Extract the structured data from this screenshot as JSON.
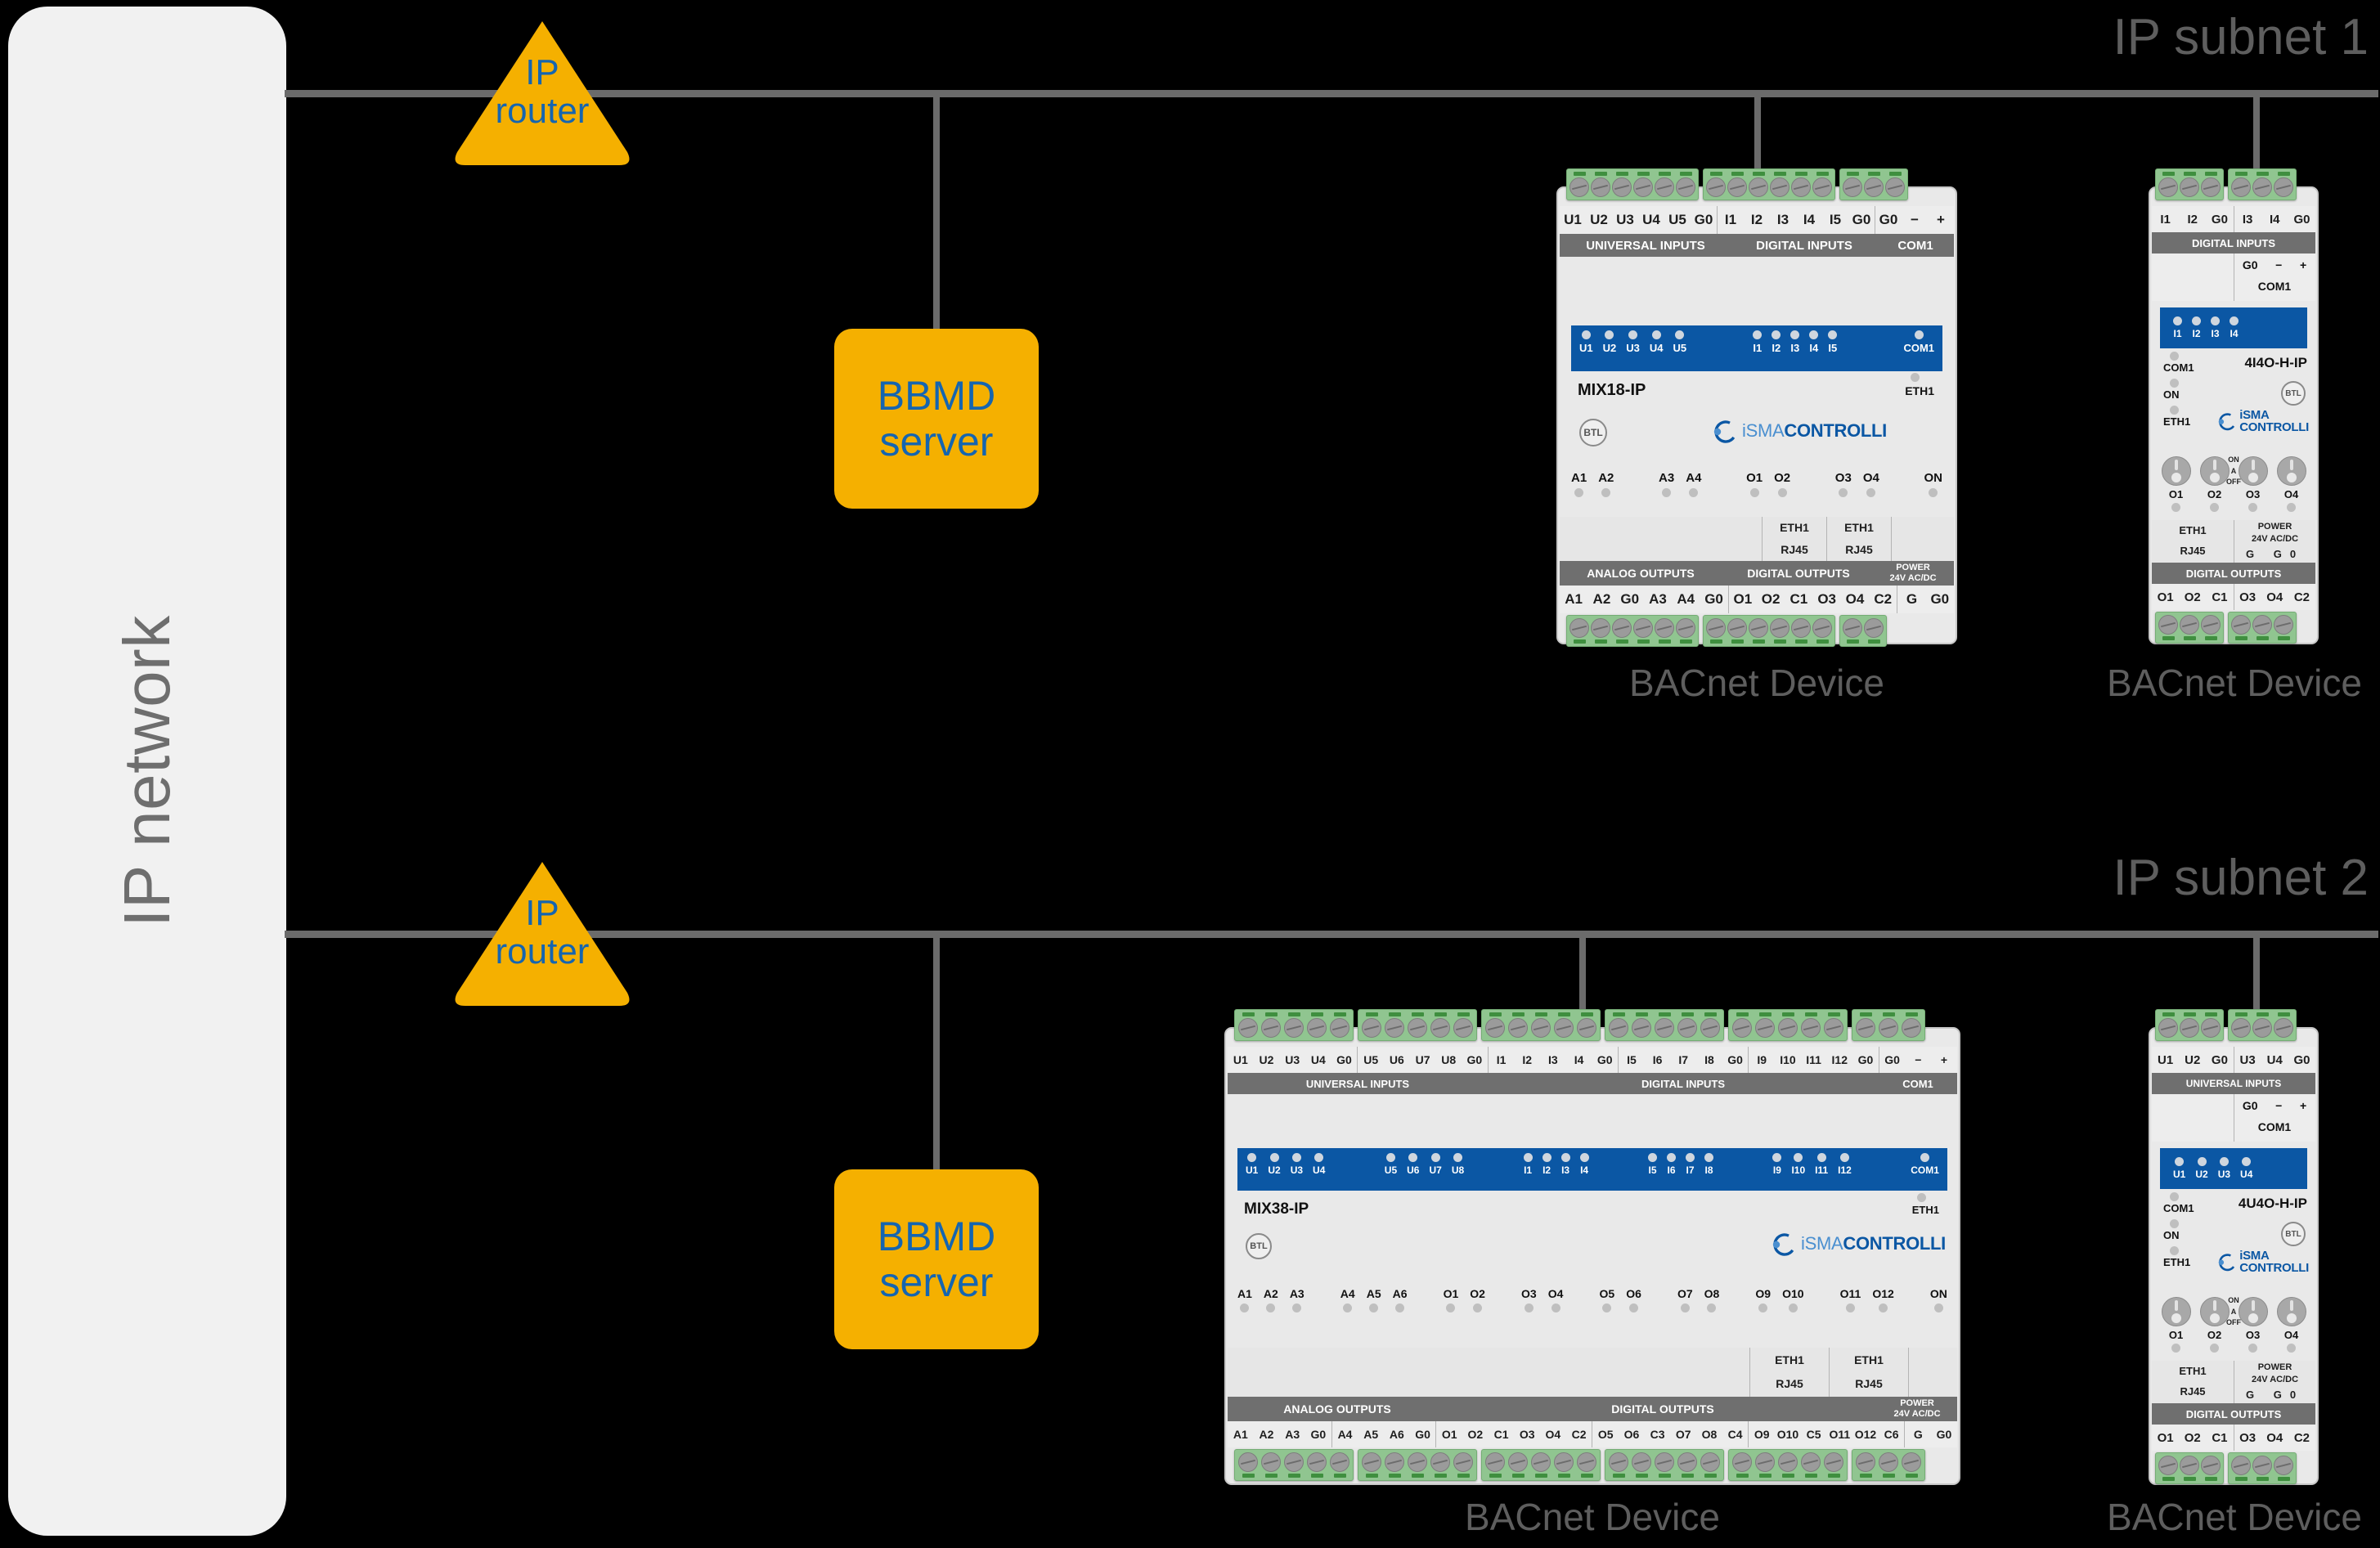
{
  "network_panel": {
    "label": "IP network"
  },
  "subnets": [
    {
      "label": "IP subnet 1"
    },
    {
      "label": "IP subnet 2"
    }
  ],
  "routers": [
    {
      "line1": "IP",
      "line2": "router"
    },
    {
      "line1": "IP",
      "line2": "router"
    }
  ],
  "bbmd": [
    {
      "line1": "BBMD",
      "line2": "server"
    },
    {
      "line1": "BBMD",
      "line2": "server"
    }
  ],
  "device_caption": "BACnet Device",
  "brand": {
    "word_light": "iSMA",
    "word_bold": "CONTROLLI",
    "btl": "BTL"
  },
  "devices": [
    {
      "id": "mix18",
      "model": "MIX18-IP",
      "caption": "BACnet Device",
      "top_terminals": [
        "U1",
        "U2",
        "U3",
        "U4",
        "U5",
        "G0",
        "I1",
        "I2",
        "I3",
        "I4",
        "I5",
        "G0",
        "G0",
        "−",
        "+"
      ],
      "top_bars": [
        "UNIVERSAL INPUTS",
        "DIGITAL INPUTS",
        "COM1"
      ],
      "led_groups": [
        {
          "labels": [
            "U1",
            "U2",
            "U3",
            "U4",
            "U5"
          ]
        },
        {
          "labels": [
            "I1",
            "I2",
            "I3",
            "I4",
            "I5"
          ]
        },
        {
          "labels": [
            "COM1"
          ]
        }
      ],
      "eth_led": "ETH1",
      "status_labels": [
        "A1",
        "A2",
        "A3",
        "A4",
        "O1",
        "O2",
        "O3",
        "O4",
        "ON"
      ],
      "eth_ports": [
        {
          "name": "ETH1",
          "type": "RJ45"
        },
        {
          "name": "ETH1",
          "type": "RJ45"
        }
      ],
      "bottom_bars": [
        "ANALOG OUTPUTS",
        "DIGITAL OUTPUTS",
        "POWER 24V AC/DC"
      ],
      "power_bar_l1": "POWER",
      "power_bar_l2": "24V AC/DC",
      "bottom_terminals": [
        "A1",
        "A2",
        "G0",
        "A3",
        "A4",
        "G0",
        "O1",
        "O2",
        "C1",
        "O3",
        "O4",
        "C2",
        "G",
        "G0"
      ]
    },
    {
      "id": "4i4o",
      "model": "4I4O-H-IP",
      "caption": "BACnet Device",
      "top_terminals": [
        "I1",
        "I2",
        "G0",
        "I3",
        "I4",
        "G0"
      ],
      "top_bar": "DIGITAL INPUTS",
      "com_row": [
        "G0",
        "−",
        "+"
      ],
      "com_label": "COM1",
      "led_labels": [
        "I1",
        "I2",
        "I3",
        "I4"
      ],
      "side_leds": [
        "COM1",
        "ON",
        "ETH1"
      ],
      "switch_labels": [
        "O1",
        "O2",
        "O3",
        "O4"
      ],
      "switch_positions": [
        "ON",
        "A",
        "OFF"
      ],
      "eth_port": {
        "name": "ETH1",
        "type": "RJ45"
      },
      "power_l1": "POWER",
      "power_l2": "24V AC/DC",
      "power_terminals": [
        "G",
        "G0"
      ],
      "bottom_bar": "DIGITAL OUTPUTS",
      "bottom_terminals": [
        "O1",
        "O2",
        "C1",
        "O3",
        "O4",
        "C2"
      ]
    },
    {
      "id": "mix38",
      "model": "MIX38-IP",
      "caption": "BACnet Device",
      "top_terminals": [
        "U1",
        "U2",
        "U3",
        "U4",
        "G0",
        "U5",
        "U6",
        "U7",
        "U8",
        "G0",
        "I1",
        "I2",
        "I3",
        "I4",
        "G0",
        "I5",
        "I6",
        "I7",
        "I8",
        "G0",
        "I9",
        "I10",
        "I11",
        "I12",
        "G0",
        "G0",
        "−",
        "+"
      ],
      "top_bars": [
        "UNIVERSAL INPUTS",
        "DIGITAL INPUTS",
        "COM1"
      ],
      "led_groups": [
        {
          "labels": [
            "U1",
            "U2",
            "U3",
            "U4"
          ]
        },
        {
          "labels": [
            "U5",
            "U6",
            "U7",
            "U8"
          ]
        },
        {
          "labels": [
            "I1",
            "I2",
            "I3",
            "I4"
          ]
        },
        {
          "labels": [
            "I5",
            "I6",
            "I7",
            "I8"
          ]
        },
        {
          "labels": [
            "I9",
            "I10",
            "I11",
            "I12"
          ]
        },
        {
          "labels": [
            "COM1"
          ]
        }
      ],
      "eth_led": "ETH1",
      "status_groups": [
        [
          "A1",
          "A2",
          "A3"
        ],
        [
          "A4",
          "A5",
          "A6"
        ],
        [
          "O1",
          "O2"
        ],
        [
          "O3",
          "O4"
        ],
        [
          "O5",
          "O6"
        ],
        [
          "O7",
          "O8"
        ],
        [
          "O9",
          "O10"
        ],
        [
          "O11",
          "O12"
        ],
        [
          "ON"
        ]
      ],
      "eth_ports": [
        {
          "name": "ETH1",
          "type": "RJ45"
        },
        {
          "name": "ETH1",
          "type": "RJ45"
        }
      ],
      "bottom_bars": [
        "ANALOG OUTPUTS",
        "DIGITAL OUTPUTS",
        "POWER 24V AC/DC"
      ],
      "power_bar_l1": "POWER",
      "power_bar_l2": "24V AC/DC",
      "bottom_terminals": [
        "A1",
        "A2",
        "A3",
        "G0",
        "A4",
        "A5",
        "A6",
        "G0",
        "O1",
        "O2",
        "C1",
        "O3",
        "O4",
        "C2",
        "O5",
        "O6",
        "C3",
        "O7",
        "O8",
        "C4",
        "O9",
        "O10",
        "C5",
        "O11",
        "O12",
        "C6",
        "G",
        "G0"
      ]
    },
    {
      "id": "4u4o",
      "model": "4U4O-H-IP",
      "caption": "BACnet Device",
      "top_terminals": [
        "U1",
        "U2",
        "G0",
        "U3",
        "U4",
        "G0"
      ],
      "top_bar": "UNIVERSAL INPUTS",
      "com_row": [
        "G0",
        "−",
        "+"
      ],
      "com_label": "COM1",
      "led_labels": [
        "U1",
        "U2",
        "U3",
        "U4"
      ],
      "side_leds": [
        "COM1",
        "ON",
        "ETH1"
      ],
      "switch_labels": [
        "O1",
        "O2",
        "O3",
        "O4"
      ],
      "switch_positions": [
        "ON",
        "A",
        "OFF"
      ],
      "eth_port": {
        "name": "ETH1",
        "type": "RJ45"
      },
      "power_l1": "POWER",
      "power_l2": "24V AC/DC",
      "power_terminals": [
        "G",
        "G0"
      ],
      "bottom_bar": "DIGITAL OUTPUTS",
      "bottom_terminals": [
        "O1",
        "O2",
        "C1",
        "O3",
        "O4",
        "C2"
      ]
    }
  ],
  "colors": {
    "background": "#000000",
    "panel": "#f1f1f1",
    "accent_amber": "#f5b000",
    "accent_blue": "#1565b0",
    "line_gray": "#6b6b6b",
    "text_gray": "#5e5e5e",
    "device_blue": "#0b57a4",
    "terminal_green": "#90c590"
  }
}
